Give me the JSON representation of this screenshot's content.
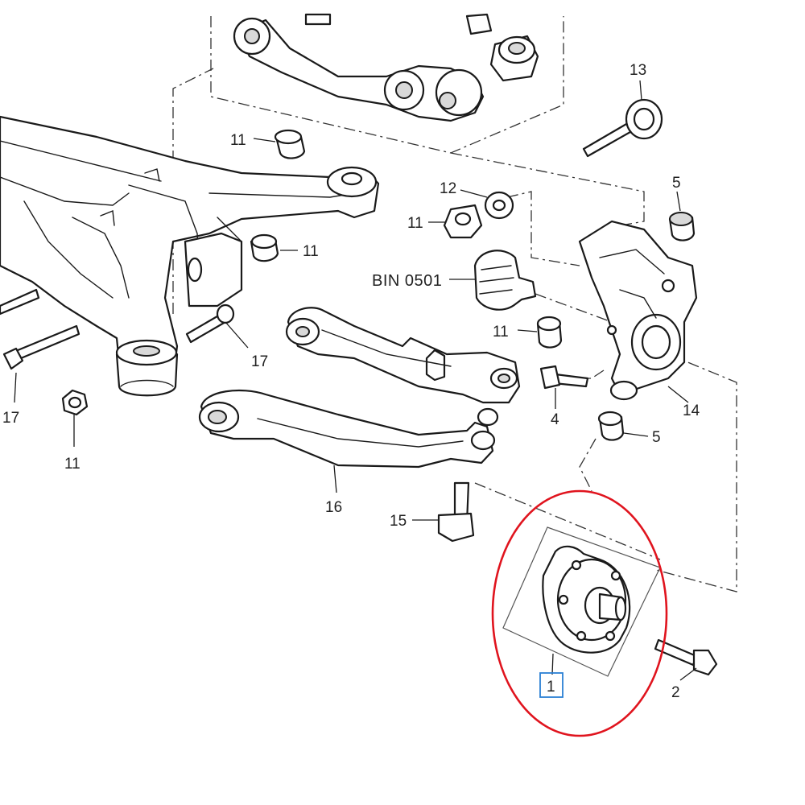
{
  "diagram": {
    "reference_code": "BIN 0501",
    "callouts": [
      {
        "id": "c13",
        "label": "13"
      },
      {
        "id": "c11a",
        "label": "11"
      },
      {
        "id": "c12",
        "label": "12"
      },
      {
        "id": "c5a",
        "label": "5"
      },
      {
        "id": "c11b",
        "label": "11"
      },
      {
        "id": "c11c",
        "label": "11"
      },
      {
        "id": "c11d",
        "label": "11"
      },
      {
        "id": "c17a",
        "label": "17"
      },
      {
        "id": "c17b",
        "label": "17"
      },
      {
        "id": "c11e",
        "label": "11"
      },
      {
        "id": "c14",
        "label": "14"
      },
      {
        "id": "c4",
        "label": "4"
      },
      {
        "id": "c5b",
        "label": "5"
      },
      {
        "id": "c16",
        "label": "16"
      },
      {
        "id": "c15",
        "label": "15"
      },
      {
        "id": "c2",
        "label": "2"
      },
      {
        "id": "c1",
        "label": "1"
      }
    ],
    "selected_part": "1",
    "colors": {
      "line": "#1a1a1a",
      "highlight_ring": "#e0141e",
      "selection_box": "#2a7fd4"
    }
  }
}
